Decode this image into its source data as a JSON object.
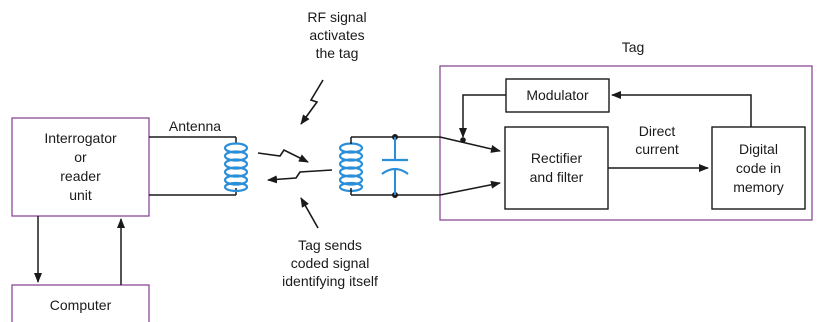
{
  "labels": {
    "rf_signal": [
      "RF signal",
      "activates",
      "the tag"
    ],
    "tag_title": "Tag",
    "antenna": "Antenna",
    "interrogator": [
      "Interrogator",
      "or",
      "reader",
      "unit"
    ],
    "computer": "Computer",
    "modulator": "Modulator",
    "rectifier": [
      "Rectifier",
      "and filter"
    ],
    "direct_current": [
      "Direct",
      "current"
    ],
    "digital_code": [
      "Digital",
      "code in",
      "memory"
    ],
    "tag_sends": [
      "Tag sends",
      "coded signal",
      "identifying itself"
    ]
  },
  "colors": {
    "line": "#1a1a1a",
    "coil": "#2a8fd8",
    "tag_border": "#8a4a96"
  }
}
